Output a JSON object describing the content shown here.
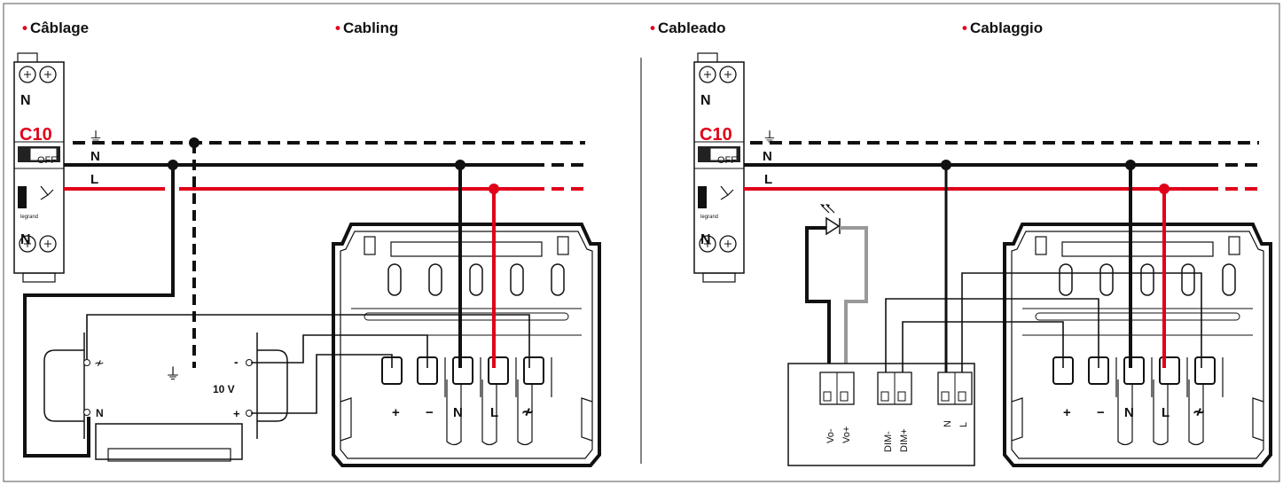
{
  "headings": {
    "fr": "Câblage",
    "en": "Cabling",
    "es": "Cableado",
    "it": "Cablaggio"
  },
  "breaker": {
    "neutral_label": "N",
    "rating": "C10",
    "off_label": "OFF",
    "brand": "legrand"
  },
  "lines": {
    "earth_symbol": "⏚",
    "neutral_label": "N",
    "live_label": "L"
  },
  "psu": {
    "ac_mark": "≁",
    "n_mark": "N",
    "minus_mark": "-",
    "plus_mark": "+",
    "voltage": "10 V"
  },
  "dimmer_terminals": [
    "+",
    "−",
    "N",
    "L",
    "≁"
  ],
  "driver_terminals": {
    "group1": [
      "Vo-",
      "Vo+"
    ],
    "group2": [
      "DIM-",
      "DIM+"
    ],
    "group3": [
      "N",
      "L"
    ]
  },
  "colors": {
    "live": "#e0001a",
    "wire": "#111111",
    "led_wire": "#999999",
    "accent": "#e0001a"
  }
}
